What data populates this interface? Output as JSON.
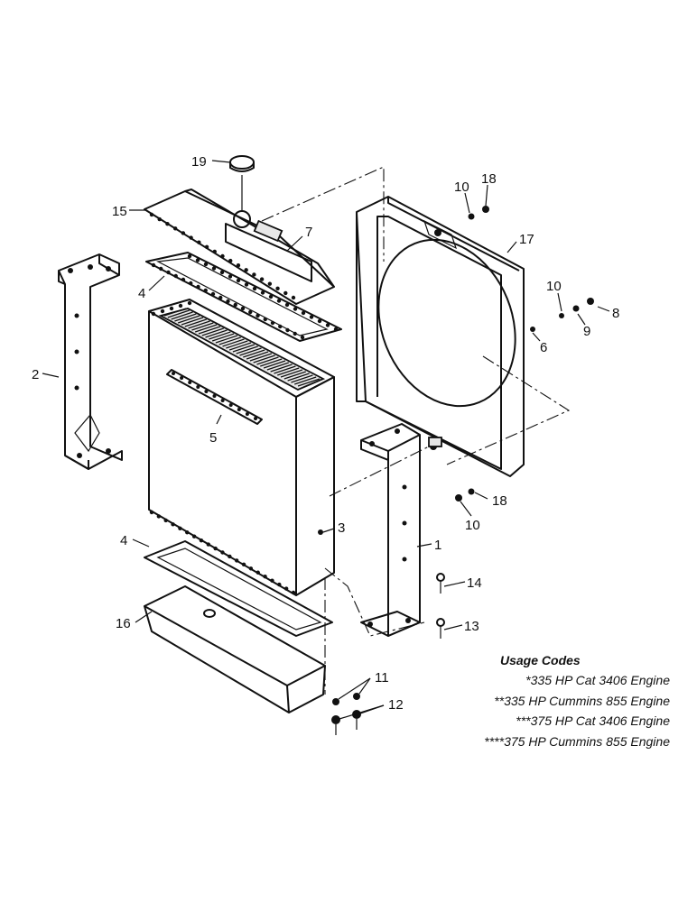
{
  "callouts": {
    "c1": "1",
    "c2": "2",
    "c3": "3",
    "c4a": "4",
    "c4b": "4",
    "c5": "5",
    "c6": "6",
    "c7": "7",
    "c8": "8",
    "c9": "9",
    "c10a": "10",
    "c10b": "10",
    "c10c": "10",
    "c11": "11",
    "c12": "12",
    "c13": "13",
    "c14": "14",
    "c15": "15",
    "c16": "16",
    "c17": "17",
    "c18a": "18",
    "c18b": "18",
    "c19": "19"
  },
  "usage_codes": {
    "heading": "Usage Codes",
    "rows": [
      "*335 HP Cat 3406 Engine",
      "**335 HP Cummins 855 Engine",
      "***375 HP Cat 3406 Engine",
      "****375 HP Cummins 855 Engine"
    ]
  }
}
